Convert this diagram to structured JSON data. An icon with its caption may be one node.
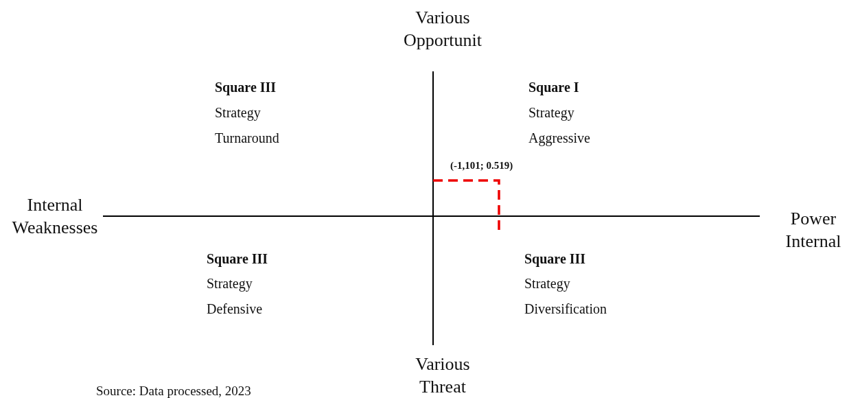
{
  "diagram": {
    "caption": "Source: Data processed, 2023",
    "labels": [
      "Various Opportunit",
      "Square III",
      "Strategy",
      "Turnaround",
      "Square I",
      "Strategy",
      "Aggressive",
      "(-1,101; 0.519)",
      "Internal Weaknesses",
      "Power Internal",
      "Square III",
      "Strategy",
      "Defensive",
      "Square III",
      "Strategy",
      "Diversification",
      "Various Threat"
    ]
  }
}
